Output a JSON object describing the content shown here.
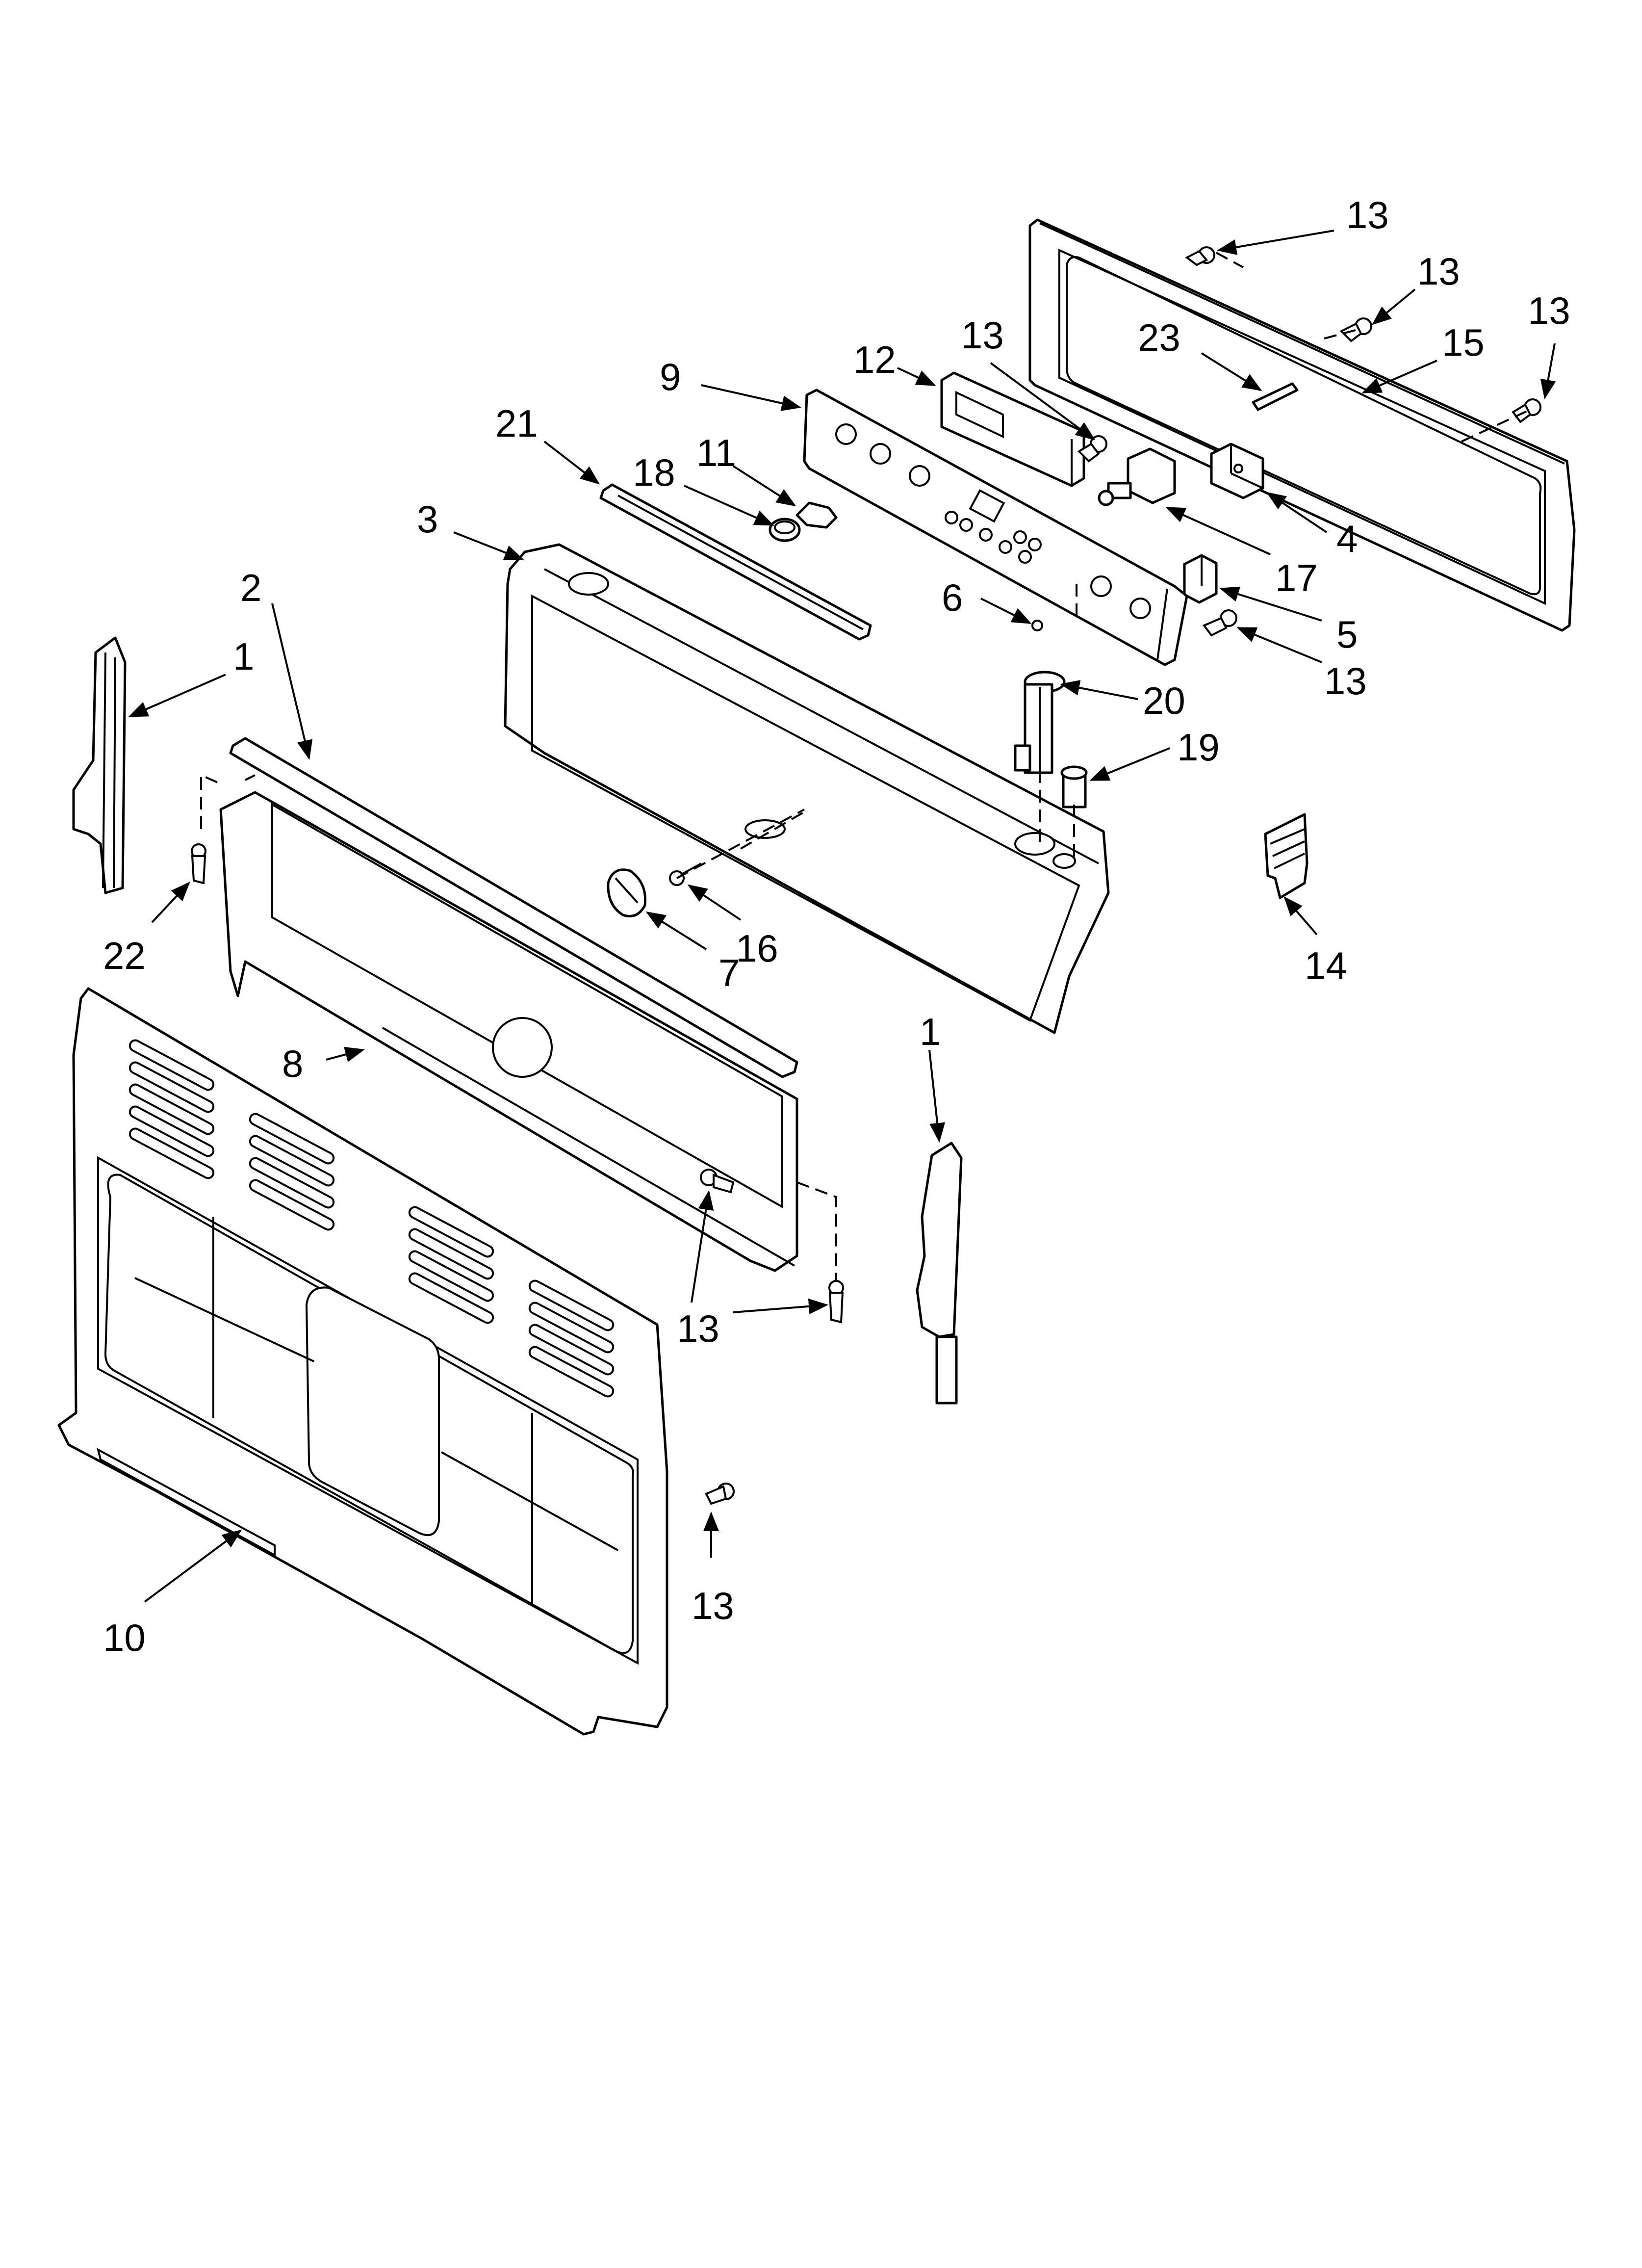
{
  "callouts": [
    {
      "id": "c13a",
      "text": "13"
    },
    {
      "id": "c13b",
      "text": "13"
    },
    {
      "id": "c13c",
      "text": "13"
    },
    {
      "id": "c13d",
      "text": "13"
    },
    {
      "id": "c23",
      "text": "23"
    },
    {
      "id": "c15",
      "text": "15"
    },
    {
      "id": "c9",
      "text": "9"
    },
    {
      "id": "c12",
      "text": "12"
    },
    {
      "id": "c21",
      "text": "21"
    },
    {
      "id": "c18",
      "text": "18"
    },
    {
      "id": "c11",
      "text": "11"
    },
    {
      "id": "c3",
      "text": "3"
    },
    {
      "id": "c4",
      "text": "4"
    },
    {
      "id": "c17",
      "text": "17"
    },
    {
      "id": "c2",
      "text": "2"
    },
    {
      "id": "c6",
      "text": "6"
    },
    {
      "id": "c5",
      "text": "5"
    },
    {
      "id": "c13e",
      "text": "13"
    },
    {
      "id": "c1a",
      "text": "1"
    },
    {
      "id": "c20",
      "text": "20"
    },
    {
      "id": "c19",
      "text": "19"
    },
    {
      "id": "c22",
      "text": "22"
    },
    {
      "id": "c16",
      "text": "16"
    },
    {
      "id": "c7",
      "text": "7"
    },
    {
      "id": "c14",
      "text": "14"
    },
    {
      "id": "c8",
      "text": "8"
    },
    {
      "id": "c1b",
      "text": "1"
    },
    {
      "id": "c13f",
      "text": "13"
    },
    {
      "id": "c13g",
      "text": "13"
    },
    {
      "id": "c10",
      "text": "10"
    }
  ]
}
